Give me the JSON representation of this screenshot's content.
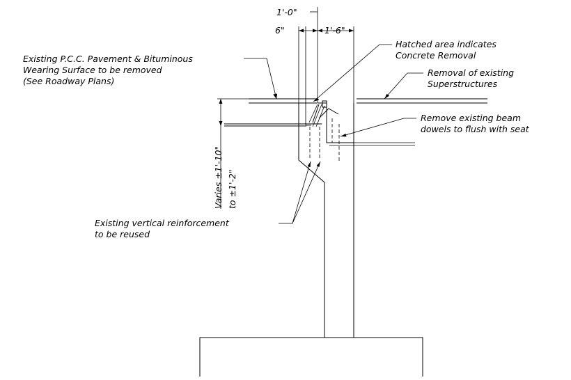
{
  "dimensions": {
    "top_overall": "1'-0\"",
    "left_offset": "6\"",
    "right_offset": "1'-6\"",
    "vertical_line1": "Varies ±1'-10\"",
    "vertical_line2": "to ±1'-2\""
  },
  "callouts": {
    "pavement": [
      "Existing P.C.C. Pavement & Bituminous",
      "Wearing Surface to be removed",
      "(See Roadway Plans)"
    ],
    "hatched": [
      "Hatched area indicates",
      "Concrete Removal"
    ],
    "superstructure": [
      "Removal of existing",
      "Superstructures"
    ],
    "dowels": [
      "Remove existing beam",
      "dowels to flush with seat"
    ],
    "reinforcement": [
      "Existing vertical reinforcement",
      "to be reused"
    ]
  }
}
